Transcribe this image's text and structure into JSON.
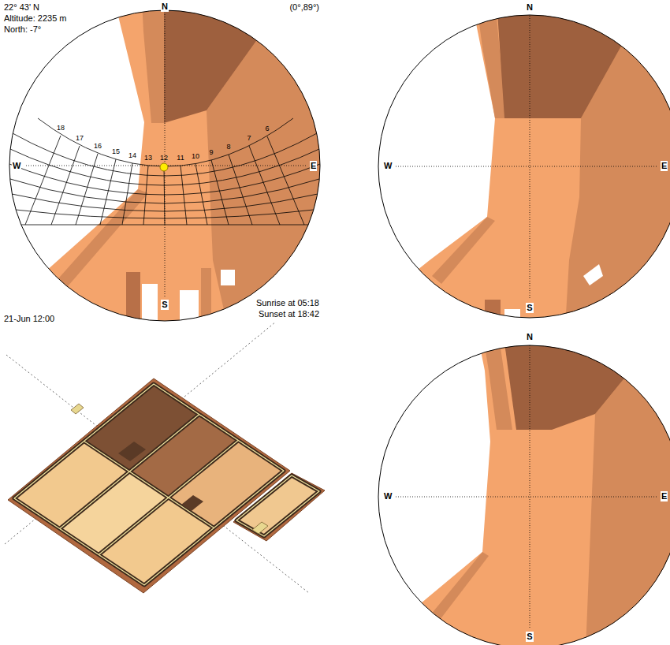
{
  "diagram": {
    "labels": [
      "22° 43' N",
      "Altitude: 2235 m",
      "North: -7°",
      "(0°,89°)",
      "N",
      "W",
      "E",
      "S",
      "18",
      "17",
      "16",
      "15",
      "14",
      "13",
      "12",
      "11",
      "10",
      "9",
      "8",
      "7",
      "6",
      "21-Jun 12:00",
      "Sunrise at 05:18",
      "Sunset at 18:42",
      "N",
      "W",
      "E",
      "S",
      "N",
      "W",
      "E",
      "S"
    ]
  }
}
